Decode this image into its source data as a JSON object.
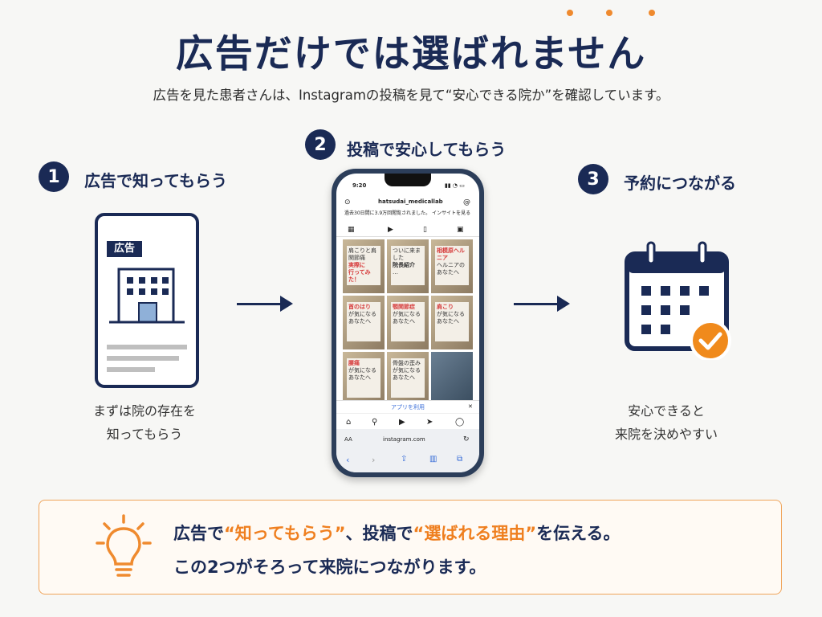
{
  "header": {
    "title": "広告だけでは選ばれません",
    "subtitle": "広告を見た患者さんは、Instagramの投稿を見て“安心できる院か”を確認しています。"
  },
  "steps": [
    {
      "number": "1",
      "label": "広告で知ってもらう",
      "caption_line1": "まずは院の存在を",
      "caption_line2": "知ってもらう",
      "badge": "広告"
    },
    {
      "number": "2",
      "label": "投稿で安心してもらう"
    },
    {
      "number": "3",
      "label": "予約につながる",
      "caption_line1": "安心できると",
      "caption_line2": "来院を決めやすい"
    }
  ],
  "phone": {
    "time": "9:20",
    "username": "hatsudai_medicallab",
    "bio": "過去30日間に3.9万回閲覧されました。 インサイトを見る",
    "open_app": "アプリを利用",
    "url": "instagram.com",
    "aa": "AA",
    "posts": [
      {
        "lines": [
          "肩こりと肩関節痛",
          "実際に",
          "行ってみた！"
        ]
      },
      {
        "lines": [
          "ついに来ました",
          "院長紹介",
          "…"
        ]
      },
      {
        "lines": [
          "相模原ヘルニア",
          "ヘルニアの",
          "あなたへ"
        ]
      },
      {
        "lines": [
          "首のはり",
          "が気になる",
          "あなたへ"
        ]
      },
      {
        "lines": [
          "顎関節症",
          "が気になる",
          "あなたへ"
        ]
      },
      {
        "lines": [
          "肩こり",
          "が気になる",
          "あなたへ"
        ]
      },
      {
        "lines": [
          "腰痛",
          "が気になる",
          "あなたへ"
        ]
      },
      {
        "lines": [
          "骨盤の歪み",
          "が気になる",
          "あなたへ"
        ]
      },
      {
        "lines": []
      }
    ]
  },
  "bottom": {
    "line1_a": "広告で",
    "line1_b": "“知ってもらう”",
    "line1_c": "、投稿で",
    "line1_d": "“選ばれる理由”",
    "line1_e": "を伝える。",
    "line2": "この2つがそろって来院につながります。"
  },
  "colors": {
    "navy": "#1a2a55",
    "orange": "#ef7f1f",
    "check_orange": "#f08a1c"
  }
}
